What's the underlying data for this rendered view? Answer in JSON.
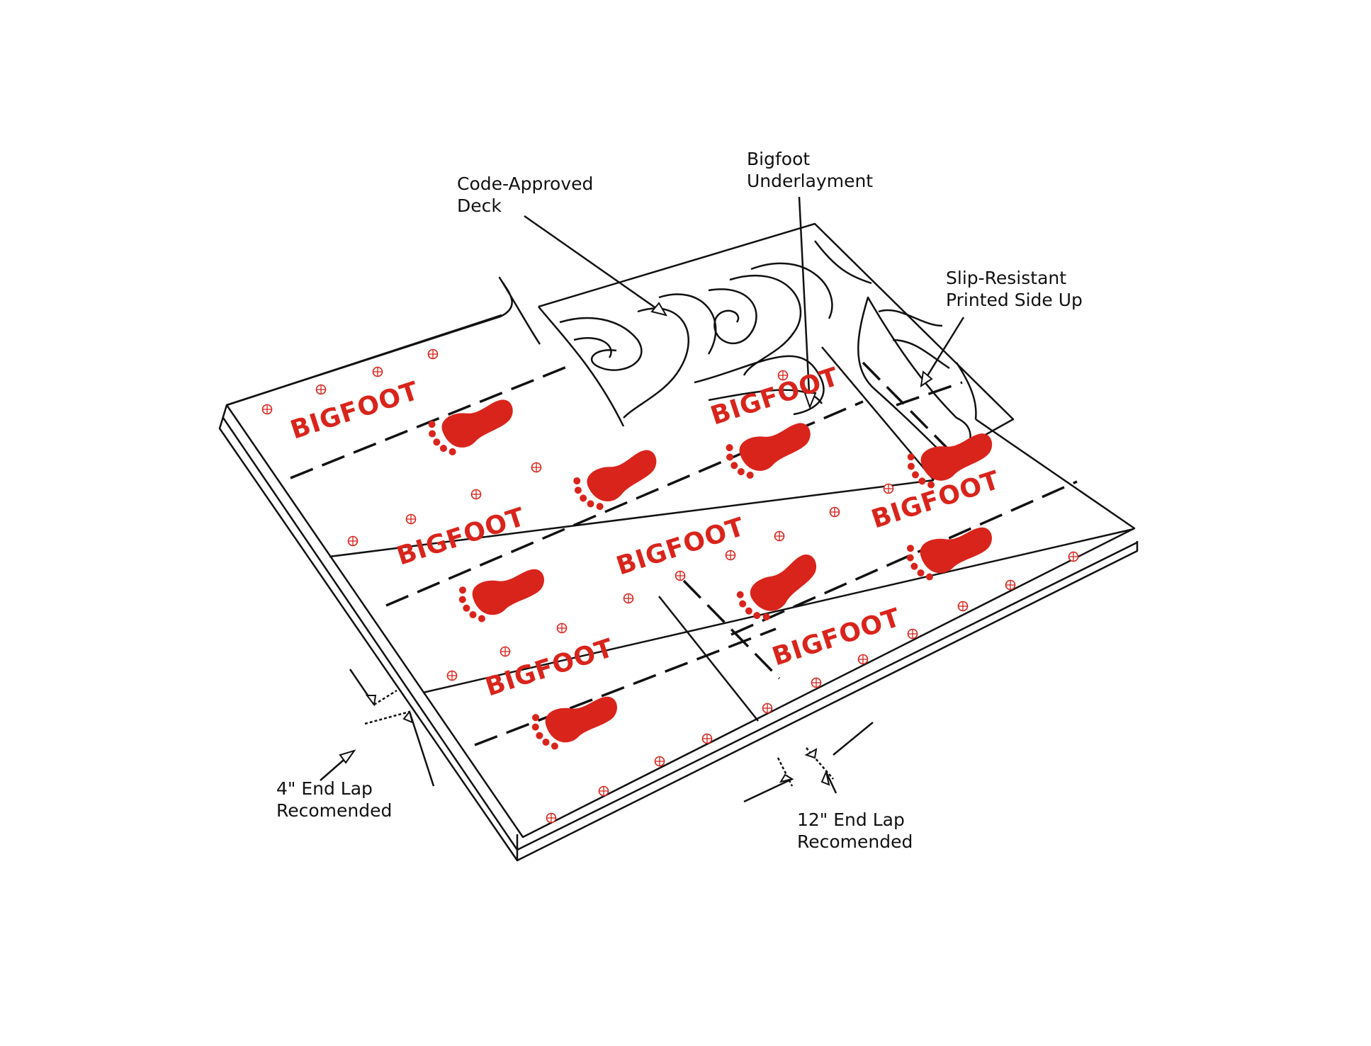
{
  "labels": {
    "deck": [
      "Code-Approved",
      "Deck"
    ],
    "underlayment": [
      "Bigfoot",
      "Underlayment"
    ],
    "slip": [
      "Slip-Resistant",
      "Printed Side Up"
    ],
    "lap4": [
      "4\" End Lap",
      "Recomended"
    ],
    "lap12": [
      "12\" End Lap",
      "Recomended"
    ]
  },
  "brand_text": "BIGFOOT",
  "colors": {
    "brand": "#d9241c",
    "line": "#111111",
    "background": "#ffffff"
  },
  "icons": [
    "footprint-icon",
    "fastener-icon",
    "wood-grain"
  ]
}
